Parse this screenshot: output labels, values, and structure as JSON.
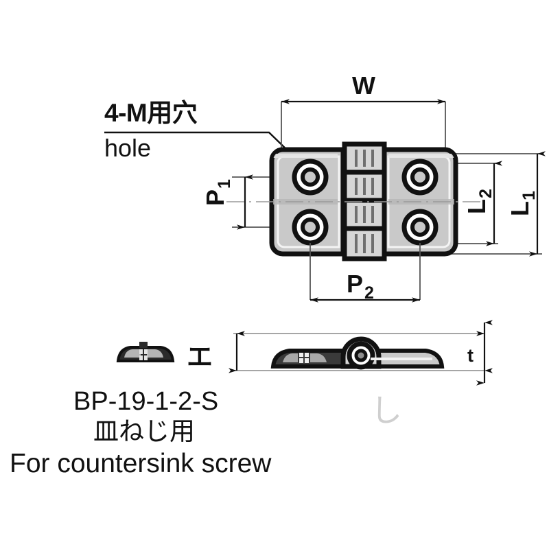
{
  "drawing": {
    "title": "Hinge BP-19-1-2-S technical drawing",
    "background_color": "#ffffff",
    "line_color": "#111111",
    "thin_line_color": "#555555",
    "fill_gray": "#c9c9c9",
    "fill_gray_light": "#dcdcdc"
  },
  "callout": {
    "line1": "4-M用穴",
    "line2": "hole"
  },
  "dimensions": {
    "width_top": {
      "label": "W",
      "sub": ""
    },
    "pitch_vertical": {
      "label": "P",
      "sub": "1"
    },
    "pitch_horizontal": {
      "label": "P",
      "sub": "2"
    },
    "length_inner": {
      "label": "L",
      "sub": "2"
    },
    "length_outer": {
      "label": "L",
      "sub": "1"
    },
    "height_side": {
      "label": "エ",
      "sub": ""
    },
    "thickness": {
      "label": "t",
      "sub": ""
    },
    "ghost_mark": "し"
  },
  "part": {
    "code": "BP-19-1-2-S",
    "name_jp": "皿ねじ用",
    "name_en": "For countersink screw"
  },
  "icons": {
    "thumbnail": "hinge-side-thumbnail-icon",
    "screw_hole": "countersink-hole-icon",
    "knuckle": "hinge-knuckle-icon",
    "arrow": "dimension-arrow-icon"
  },
  "views": {
    "plan": {
      "name": "plan-view",
      "holes": 4
    },
    "side": {
      "name": "side-view"
    }
  }
}
